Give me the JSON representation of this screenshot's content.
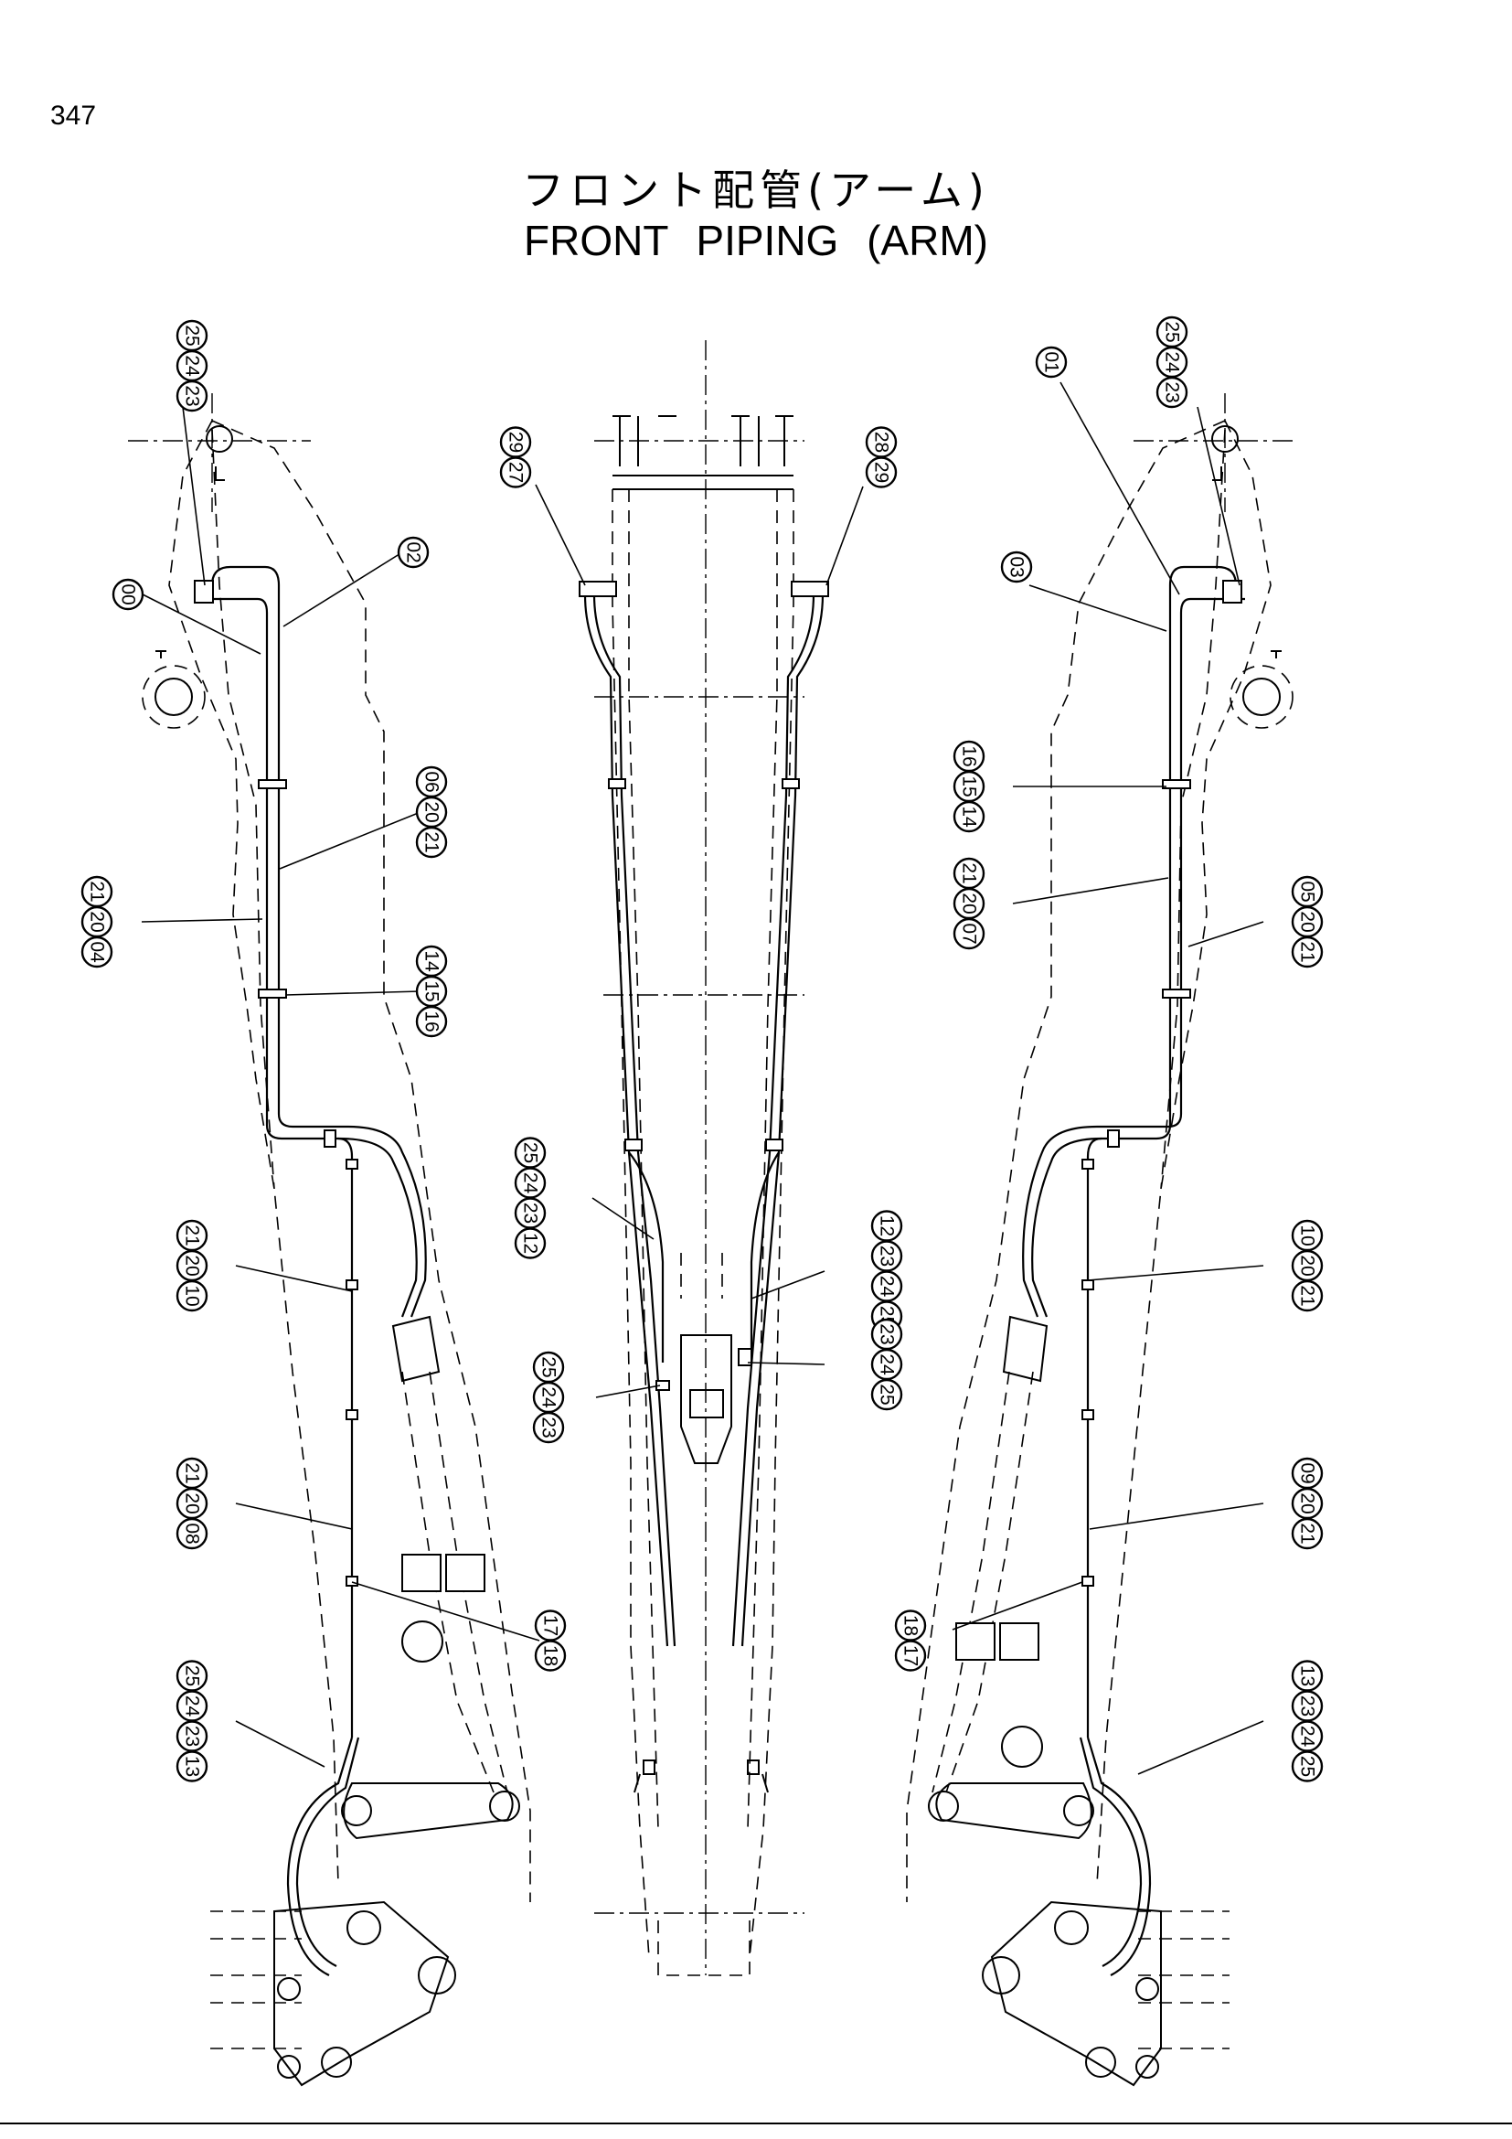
{
  "page_number": "347",
  "title_jp": "フロント配管(アーム)",
  "title_en": "FRONT PIPING (ARM)",
  "callouts": {
    "l1": [
      "25",
      "24",
      "23"
    ],
    "l2": [
      "00"
    ],
    "l3": [
      "02"
    ],
    "l4": [
      "06",
      "20",
      "21"
    ],
    "l5": [
      "21",
      "20",
      "04"
    ],
    "l6": [
      "14",
      "15",
      "16"
    ],
    "l7": [
      "21",
      "20",
      "10"
    ],
    "l8": [
      "21",
      "20",
      "08"
    ],
    "l9": [
      "17",
      "18"
    ],
    "l10": [
      "25",
      "24",
      "23",
      "13"
    ],
    "c1": [
      "29",
      "27"
    ],
    "c2": [
      "28",
      "29"
    ],
    "c3": [
      "25",
      "24",
      "23",
      "12"
    ],
    "c4": [
      "12",
      "23",
      "24",
      "25"
    ],
    "c5": [
      "23",
      "24",
      "25"
    ],
    "c6": [
      "25",
      "24",
      "23"
    ],
    "r1": [
      "01"
    ],
    "r2": [
      "25",
      "24",
      "23"
    ],
    "r3": [
      "03"
    ],
    "r4": [
      "16",
      "15",
      "14"
    ],
    "r5": [
      "21",
      "20",
      "07"
    ],
    "r6": [
      "05",
      "20",
      "21"
    ],
    "r7": [
      "10",
      "20",
      "21"
    ],
    "r8": [
      "09",
      "20",
      "21"
    ],
    "r9": [
      "18",
      "17"
    ],
    "r10": [
      "13",
      "23",
      "24",
      "25"
    ]
  }
}
